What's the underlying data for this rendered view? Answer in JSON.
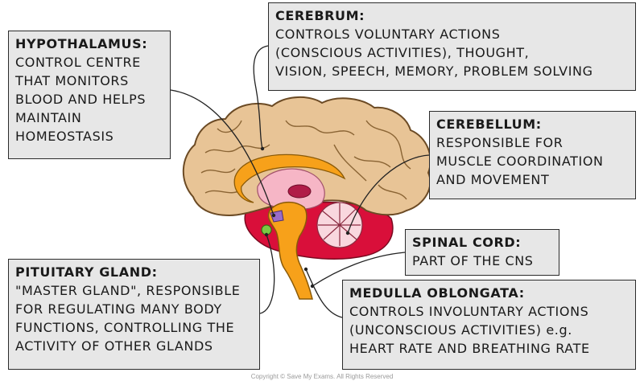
{
  "colors": {
    "box_fill": "#e7e7e7",
    "brain_fill": "#e8c496",
    "brainstem": "#f7a11a",
    "cerebellum": "#d90f3a",
    "pink_region": "#f6b6c6",
    "pituitary": "#7ac943"
  },
  "labels": {
    "hypothalamus": {
      "title": "HYPOTHALAMUS:",
      "lines": [
        "CONTROL CENTRE",
        "THAT MONITORS",
        "BLOOD AND HELPS",
        "MAINTAIN",
        "HOMEOSTASIS"
      ]
    },
    "cerebrum": {
      "title": "CEREBRUM:",
      "lines": [
        "CONTROLS VOLUNTARY ACTIONS",
        "(CONSCIOUS ACTIVITIES), THOUGHT,",
        "VISION, SPEECH, MEMORY, PROBLEM SOLVING"
      ]
    },
    "cerebellum": {
      "title": "CEREBELLUM:",
      "lines": [
        "RESPONSIBLE FOR",
        "MUSCLE COORDINATION",
        "AND MOVEMENT"
      ]
    },
    "spinal_cord": {
      "title": "SPINAL CORD:",
      "lines": [
        "PART OF THE CNS"
      ]
    },
    "medulla": {
      "title": "MEDULLA OBLONGATA:",
      "lines": [
        "CONTROLS INVOLUNTARY ACTIONS",
        "(UNCONSCIOUS ACTIVITIES) e.g.",
        "HEART RATE AND BREATHING RATE"
      ]
    },
    "pituitary": {
      "title": "PITUITARY GLAND:",
      "lines": [
        "\"MASTER GLAND\", RESPONSIBLE",
        "FOR REGULATING MANY BODY",
        "FUNCTIONS, CONTROLLING THE",
        "ACTIVITY OF OTHER GLANDS"
      ]
    }
  },
  "footer": "Copyright © Save My Exams. All Rights Reserved"
}
